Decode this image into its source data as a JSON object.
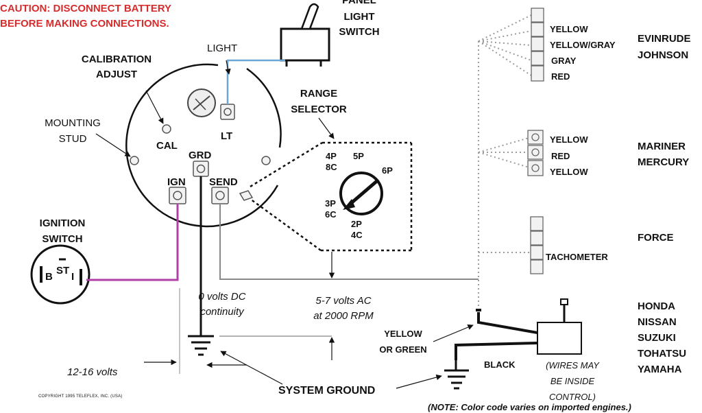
{
  "caution": {
    "line1": "CAUTION: DISCONNECT BATTERY",
    "line2": "BEFORE MAKING CONNECTIONS.",
    "color": "#d62c2c"
  },
  "panel_light_switch": {
    "line1": "PANEL",
    "line2": "LIGHT",
    "line3": "SWITCH"
  },
  "gauge": {
    "light_label": "LIGHT",
    "calibration_line1": "CALIBRATION",
    "calibration_line2": "ADJUST",
    "mounting_line1": "MOUNTING",
    "mounting_line2": "STUD",
    "cal": "CAL",
    "lt": "LT",
    "grd": "GRD",
    "ign": "IGN",
    "send": "SEND"
  },
  "range_selector": {
    "line1": "RANGE",
    "line2": "SELECTOR",
    "positions": {
      "p4": "4P",
      "c8": "8C",
      "p5": "5P",
      "p6": "6P",
      "p3": "3P",
      "c6": "6C",
      "p2": "2P",
      "c4": "4C"
    }
  },
  "ignition_switch": {
    "line1": "IGNITION",
    "line2": "SWITCH",
    "b": "B",
    "st": "ST",
    "i": "I"
  },
  "voltages": {
    "zero_line1": "0 volts DC",
    "zero_line2": "continuity",
    "ac_line1": "5-7 volts AC",
    "ac_line2": "at 2000 RPM",
    "dc": "12-16 volts"
  },
  "system_ground": "SYSTEM GROUND",
  "copyright": "COPYRIGHT 1995 TELEFLEX, INC. (USA)",
  "engines": {
    "evinrude": {
      "name1": "EVINRUDE",
      "name2": "JOHNSON",
      "wires": [
        "YELLOW",
        "YELLOW/GRAY",
        "GRAY",
        "RED"
      ]
    },
    "mariner": {
      "name1": "MARINER",
      "name2": "MERCURY",
      "wires": [
        "YELLOW",
        "RED",
        "YELLOW"
      ]
    },
    "force": {
      "name": "FORCE",
      "wire": "TACHOMETER"
    },
    "japanese": {
      "names": [
        "HONDA",
        "NISSAN",
        "SUZUKI",
        "TOHATSU",
        "YAMAHA"
      ],
      "yellow_line1": "YELLOW",
      "yellow_line2": "OR GREEN",
      "black": "BLACK",
      "inside_line1": "(WIRES MAY",
      "inside_line2": "BE INSIDE",
      "inside_line3": "CONTROL)"
    }
  },
  "note": "(NOTE: Color code varies on imported engines.)",
  "colors": {
    "light_wire": "#6aa6d6",
    "ignition_wire": "#b13ea9",
    "line": "#111111",
    "dotted": "#9a9a9a"
  }
}
